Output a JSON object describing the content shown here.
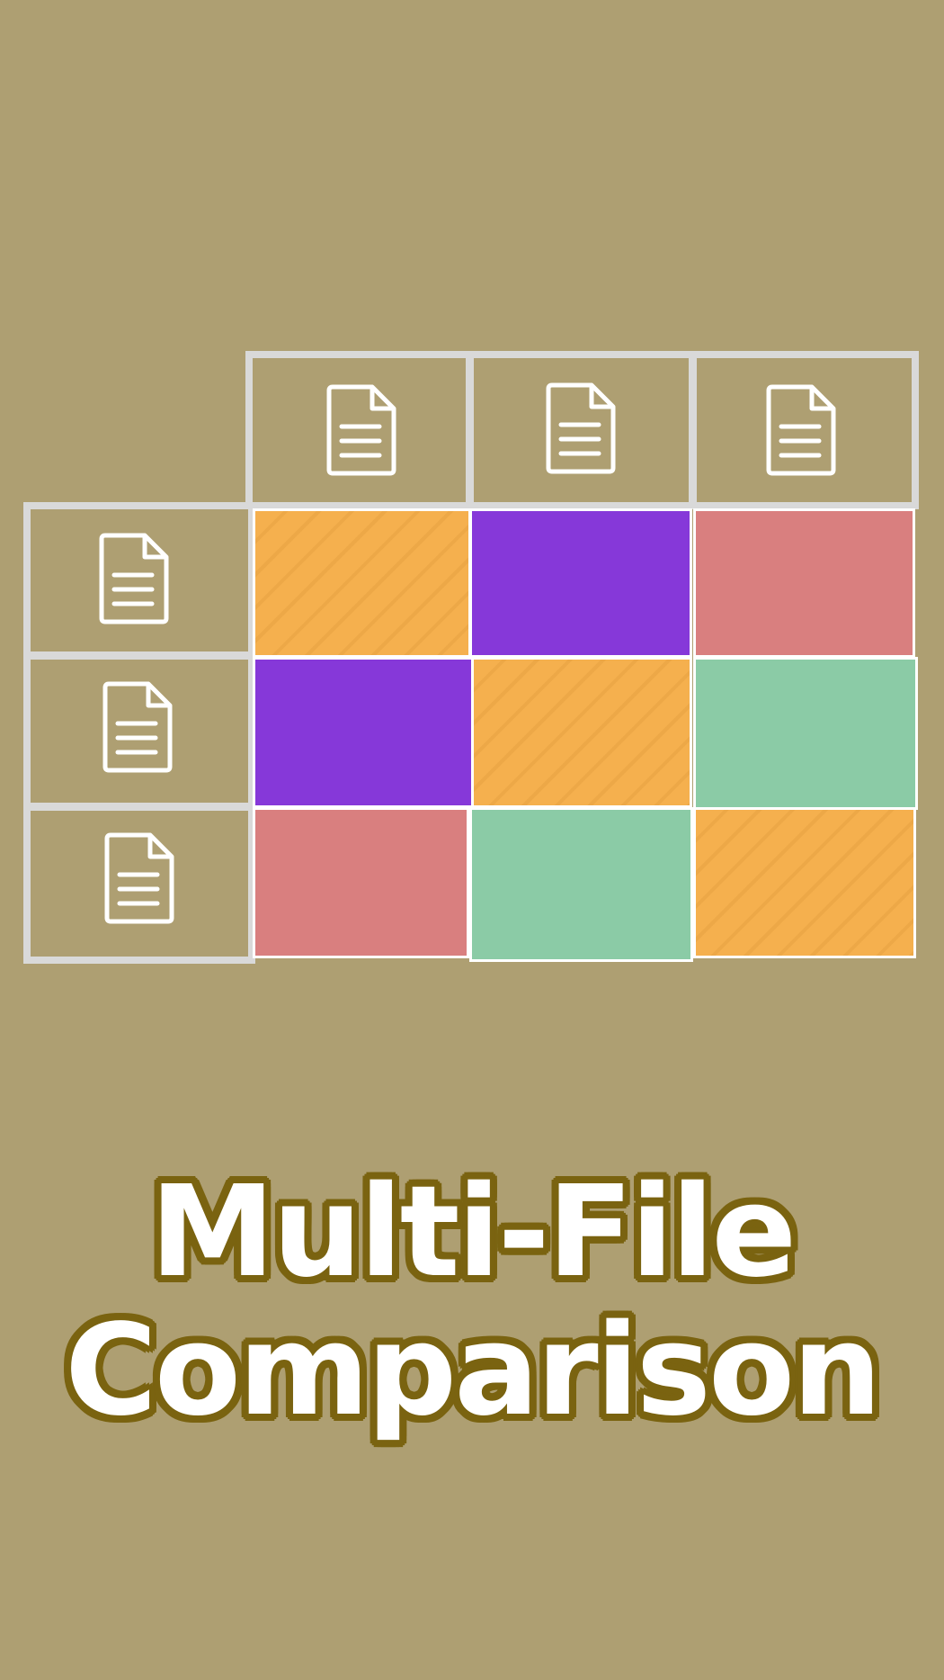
{
  "title": {
    "line1": "Multi-File",
    "line2": "Comparison"
  },
  "icons": {
    "file": "file-document-icon"
  },
  "colors": {
    "background": "#ae9f72",
    "grid": "#d9d9d9",
    "match": "#f5b04e",
    "purple": "#8638d9",
    "red": "#d97f7f",
    "green": "#8bcba6",
    "title_fill": "#ffffff",
    "title_outline": "#7a6310"
  },
  "matrix": {
    "rows": 3,
    "columns": 3,
    "cells": [
      [
        "match",
        "purple",
        "red"
      ],
      [
        "purple",
        "match",
        "green"
      ],
      [
        "red",
        "green",
        "match"
      ]
    ]
  }
}
